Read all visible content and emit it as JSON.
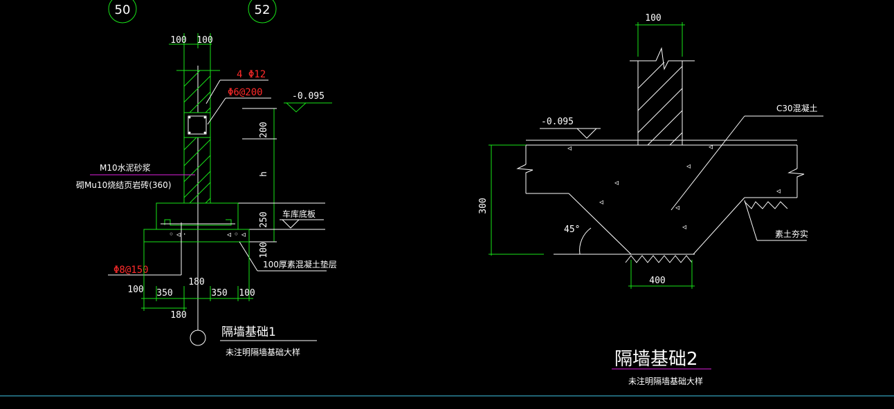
{
  "axes": [
    "50",
    "52"
  ],
  "detail1": {
    "dims_top": [
      "100",
      "100"
    ],
    "rebar_main": "4 Φ12",
    "stirrup": "Φ6@200",
    "elev": "-0.095",
    "dim_200": "200",
    "dim_h": "h",
    "dim_250": "250",
    "dim_100": "100",
    "mortar": "M10水泥砂浆",
    "brick": "砌Mu10烧结页岩砖(360)",
    "garage_floor": "车库底板",
    "cushion": "100厚素混凝土垫层",
    "bottom_bar": "Φ8@150",
    "dims_bottom": [
      "100",
      "350",
      "180",
      "350",
      "100"
    ],
    "dim_180": "180",
    "title": "隔墙基础1",
    "subtitle": "未注明隔墙基础大样"
  },
  "detail2": {
    "dim_top": "100",
    "elev": "-0.095",
    "concrete": "C30混凝土",
    "dim_300": "300",
    "angle": "45°",
    "soil": "素土夯实",
    "dim_400": "400",
    "title": "隔墙基础2",
    "subtitle": "未注明隔墙基础大样"
  },
  "colors": {
    "green": "#19e619",
    "white": "#ffffff",
    "red": "#ff2a2a",
    "magenta": "#e020e0",
    "cyan": "#3fc8e8"
  }
}
